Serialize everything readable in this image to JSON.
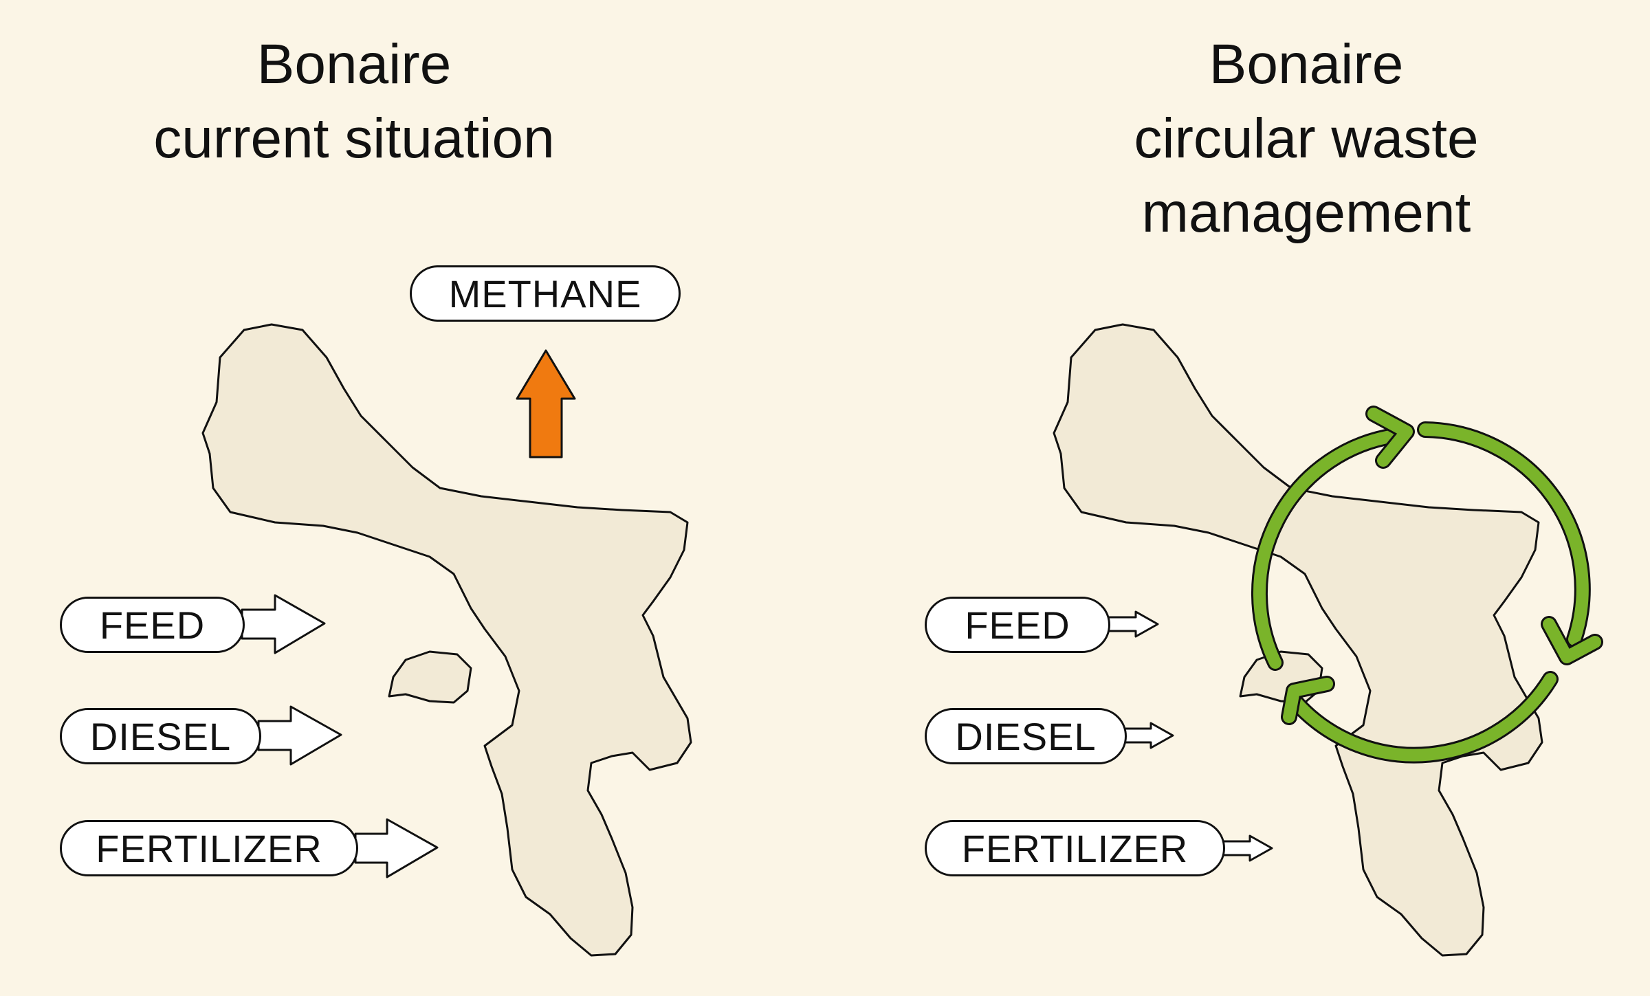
{
  "left_panel": {
    "title_line1": "Bonaire",
    "title_line2": "current situation",
    "output_label": "METHANE",
    "inputs": [
      "FEED",
      "DIESEL",
      "FERTILIZER"
    ],
    "output_arrow_color": "#f07a10"
  },
  "right_panel": {
    "title_line1": "Bonaire",
    "title_line2": "circular waste",
    "title_line3": "management",
    "inputs": [
      "FEED",
      "DIESEL",
      "FERTILIZER"
    ],
    "cycle_arrow_color": "#7ab42a"
  },
  "colors": {
    "background": "#fbf5e6",
    "island_fill": "#f2ead6",
    "outline": "#111111"
  }
}
